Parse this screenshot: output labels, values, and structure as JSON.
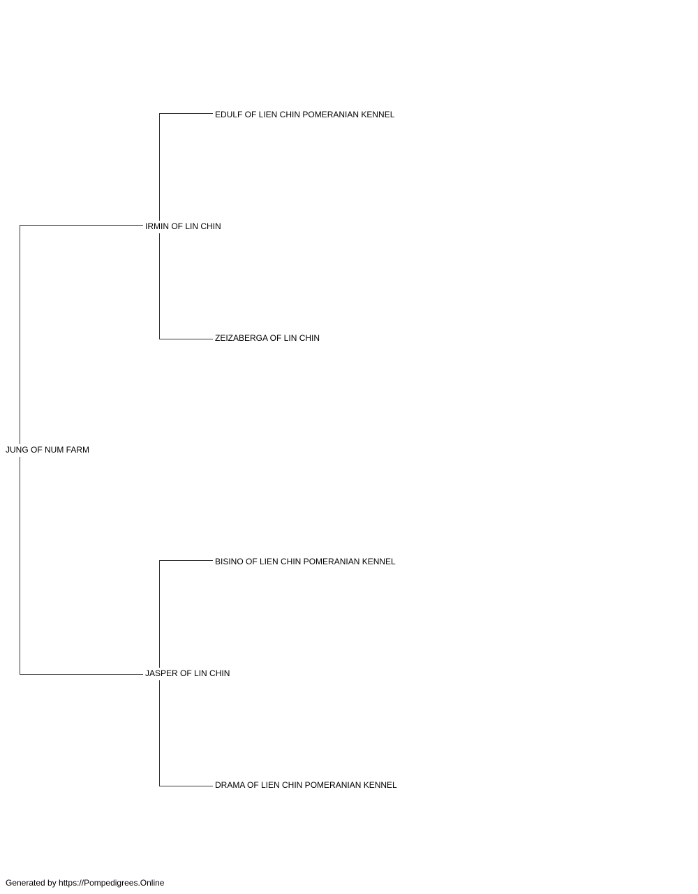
{
  "pedigree": {
    "subject": {
      "name": "JUNG OF NUM FARM"
    },
    "sire": {
      "name": "IRMIN OF LIN CHIN"
    },
    "dam": {
      "name": "JASPER OF LIN CHIN"
    },
    "sire_sire": {
      "name": "EDULF OF LIEN CHIN POMERANIAN KENNEL"
    },
    "sire_dam": {
      "name": "ZEIZABERGA OF LIN CHIN"
    },
    "dam_sire": {
      "name": "BISINO OF LIEN CHIN POMERANIAN KENNEL"
    },
    "dam_dam": {
      "name": "DRAMA OF LIEN CHIN POMERANIAN KENNEL"
    }
  },
  "footer": {
    "text": "Generated by https://Pompedigrees.Online"
  },
  "colors": {
    "line": "#333333",
    "text": "#000000",
    "background": "#ffffff"
  }
}
